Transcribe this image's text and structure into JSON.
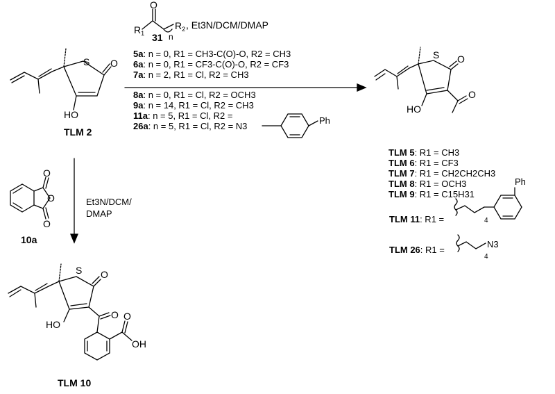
{
  "reagent": {
    "label": "31",
    "sub_n": "n",
    "sub_r1": "R",
    "sub_r1_idx": "1",
    "sub_r2": "R",
    "sub_r2_idx": "2",
    "conditions": ", Et3N/DCM/DMAP"
  },
  "reaction_lines": [
    {
      "id": "5a",
      "text": ": n = 0, R1 = CH3-C(O)-O, R2 = CH3"
    },
    {
      "id": "6a",
      "text": ": n = 0, R1 = CF3-C(O)-O, R2 = CF3"
    },
    {
      "id": "7a",
      "text": ": n = 2, R1 = Cl, R2 = CH3"
    },
    {
      "id": "8a",
      "text": ": n = 0, R1 = Cl, R2 = OCH3"
    },
    {
      "id": "9a",
      "text": ": n = 14, R1 = Cl, R2 = CH3"
    },
    {
      "id": "11a",
      "text": ": n = 5, R1 = Cl, R2 ="
    },
    {
      "id": "26a",
      "text": ": n = 5, R1 = Cl, R2 = N3"
    }
  ],
  "ph_label": "Ph",
  "left_conditions": [
    "Et3N/DCM/",
    "DMAP"
  ],
  "compounds": {
    "start": "TLM 2",
    "anhydride": "10a",
    "product_10": "TLM 10"
  },
  "atoms": {
    "S": "S",
    "O": "O",
    "HO": "HO",
    "OH": "OH"
  },
  "products": [
    {
      "name": "TLM 5",
      "text": ": R1 = CH3"
    },
    {
      "name": "TLM 6",
      "text": ": R1 = CF3"
    },
    {
      "name": "TLM 7",
      "text": ": R1 = CH2CH2CH3"
    },
    {
      "name": "TLM 8",
      "text": ": R1 = OCH3"
    },
    {
      "name": "TLM 9",
      "text": ": R1 = C15H31"
    },
    {
      "name": "TLM 11",
      "text": ": R1 ="
    },
    {
      "name": "TLM 26",
      "text": ": R1 ="
    }
  ],
  "chain_4": "4",
  "n3_label": "N3"
}
